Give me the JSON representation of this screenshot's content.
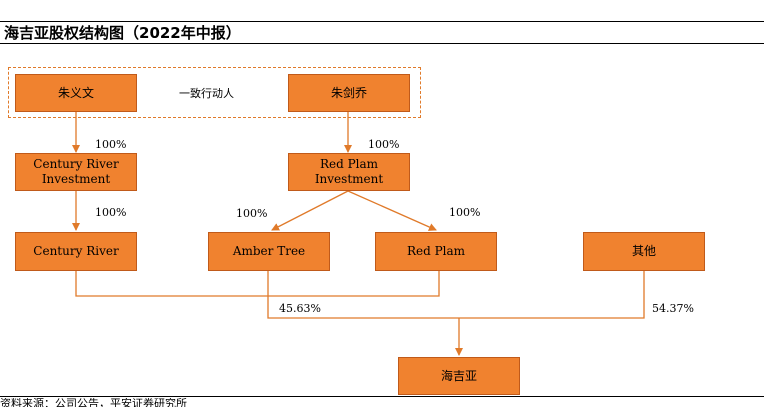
{
  "title": "海吉亚股权结构图（2022年中报）",
  "footer": "资料来源：公司公告，平安证券研究所",
  "colors": {
    "box_fill": "#f0822f",
    "box_border": "#c05a1a",
    "line": "#e07a2a",
    "group_border": "#e07a2a"
  },
  "group_label": "一致行动人",
  "nodes": {
    "zhu_yiwen": "朱义文",
    "zhu_jianqiao": "朱剑乔",
    "crinv_line1": "Century River",
    "crinv_line2": "Investment",
    "rpinv_line1": "Red Plam",
    "rpinv_line2": "Investment",
    "century_river": "Century River",
    "amber_tree": "Amber Tree",
    "red_plam": "Red Plam",
    "others": "其他",
    "hygeia": "海吉亚"
  },
  "edges": {
    "zhu_yiwen_to_crinv": "100%",
    "zhu_jianqiao_to_rpinv": "100%",
    "crinv_to_cr": "100%",
    "rpinv_to_amber": "100%",
    "rpinv_to_redplam": "100%",
    "group_to_hygeia": "45.63%",
    "others_to_hygeia": "54.37%"
  }
}
